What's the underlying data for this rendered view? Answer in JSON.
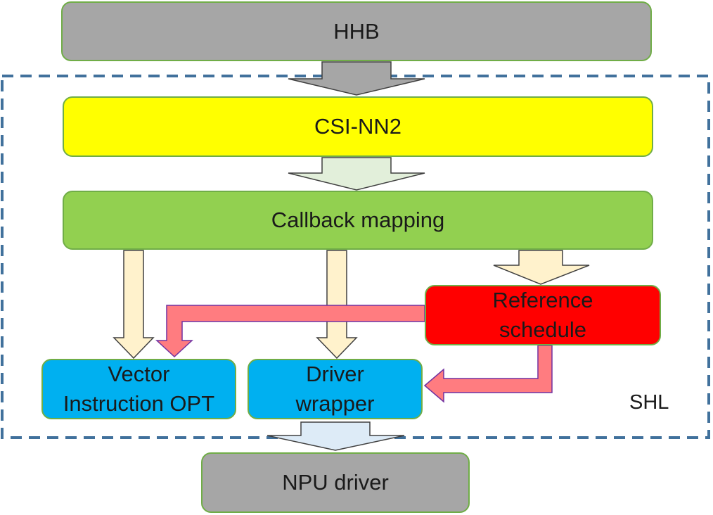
{
  "diagram": {
    "nodes": {
      "hhb": "HHB",
      "csi_nn2": "CSI-NN2",
      "callback_mapping": "Callback mapping",
      "reference_schedule": "Reference\nschedule",
      "vector_instruction_opt": "Vector\nInstruction OPT",
      "driver_wrapper": "Driver\nwrapper",
      "npu_driver": "NPU driver"
    },
    "group_label": "SHL",
    "colors": {
      "gray_box": "#a6a6a6",
      "yellow_box": "#ffff00",
      "green_box": "#92d050",
      "red_box": "#ff0000",
      "blue_box": "#00b0f0",
      "box_border": "#70ad47",
      "dashed_frame": "#41719c",
      "gray_arrow": "#a6a6a6",
      "light_green_arrow": "#e2efda",
      "cream_arrow": "#fff2cc",
      "pink_arrow": "#ff7c80",
      "light_blue_arrow": "#ddebf7"
    },
    "edges": [
      {
        "from": "hhb",
        "to": "csi_nn2"
      },
      {
        "from": "csi_nn2",
        "to": "callback_mapping"
      },
      {
        "from": "callback_mapping",
        "to": "vector_instruction_opt"
      },
      {
        "from": "callback_mapping",
        "to": "driver_wrapper"
      },
      {
        "from": "callback_mapping",
        "to": "reference_schedule"
      },
      {
        "from": "reference_schedule",
        "to": "vector_instruction_opt"
      },
      {
        "from": "reference_schedule",
        "to": "driver_wrapper"
      },
      {
        "from": "driver_wrapper",
        "to": "npu_driver"
      }
    ]
  }
}
